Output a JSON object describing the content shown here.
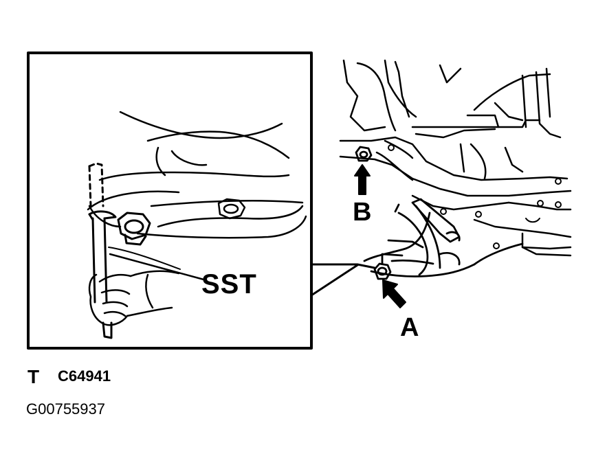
{
  "labels": {
    "sst": "SST",
    "point_a": "A",
    "point_b": "B"
  },
  "footer": {
    "marker": "T",
    "figure_code": "C64941",
    "graphic_id": "G00755937"
  }
}
